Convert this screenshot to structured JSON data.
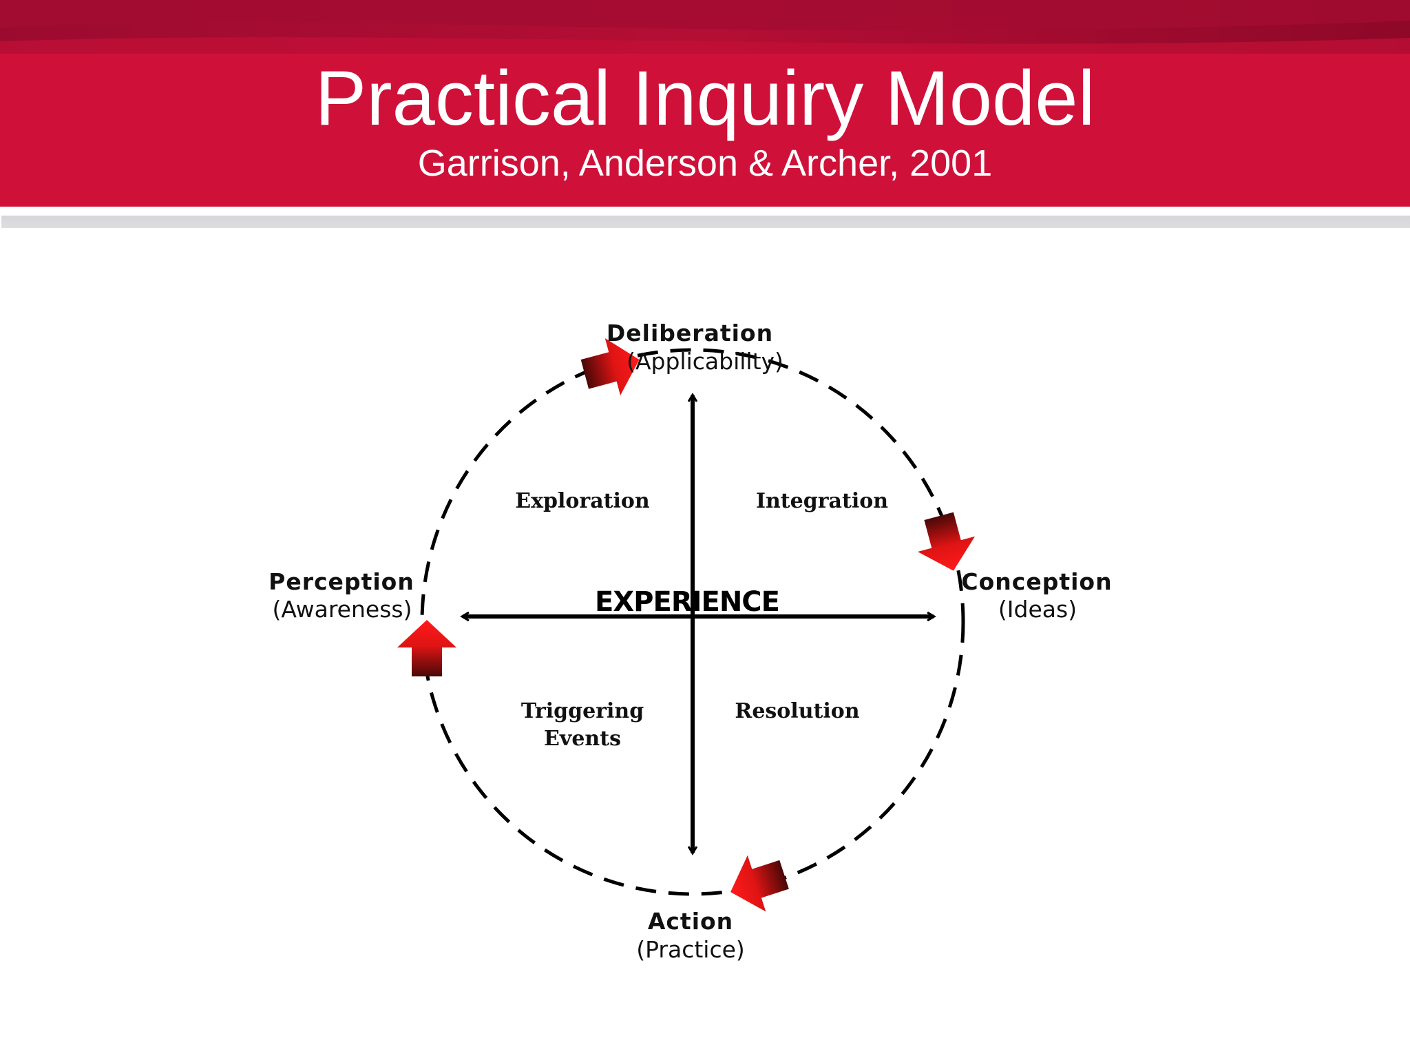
{
  "slide": {
    "title": "Practical Inquiry Model",
    "subtitle": "Garrison, Anderson & Archer, 2001"
  },
  "diagram": {
    "center_label": "EXPERIENCE",
    "nodes": {
      "top": {
        "label": "Deliberation",
        "sub": "(Applicability)"
      },
      "right": {
        "label": "Conception",
        "sub": "(Ideas)"
      },
      "bottom": {
        "label": "Action",
        "sub": "(Practice)"
      },
      "left": {
        "label": "Perception",
        "sub": "(Awareness)"
      }
    },
    "quadrants": {
      "top_left": "Exploration",
      "top_right": "Integration",
      "bottom_left_line1": "Triggering",
      "bottom_left_line2": "Events",
      "bottom_right": "Resolution"
    }
  },
  "colors": {
    "header_red": "#cf1139",
    "header_dark": "#9e0a2e",
    "arrow_red": "#ff1a1a",
    "arrow_dark": "#5a0a0a"
  }
}
